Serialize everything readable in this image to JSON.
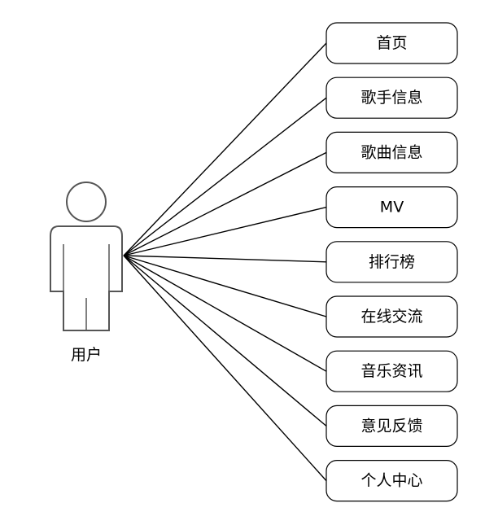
{
  "actor": {
    "label": "用户",
    "icon": "person-icon"
  },
  "use_cases": [
    {
      "id": "home",
      "label": "首页"
    },
    {
      "id": "singer-info",
      "label": "歌手信息"
    },
    {
      "id": "song-info",
      "label": "歌曲信息"
    },
    {
      "id": "mv",
      "label": "MV"
    },
    {
      "id": "ranking",
      "label": "排行榜"
    },
    {
      "id": "online-chat",
      "label": "在线交流"
    },
    {
      "id": "music-news",
      "label": "音乐资讯"
    },
    {
      "id": "feedback",
      "label": "意见反馈"
    },
    {
      "id": "personal-center",
      "label": "个人中心"
    }
  ]
}
